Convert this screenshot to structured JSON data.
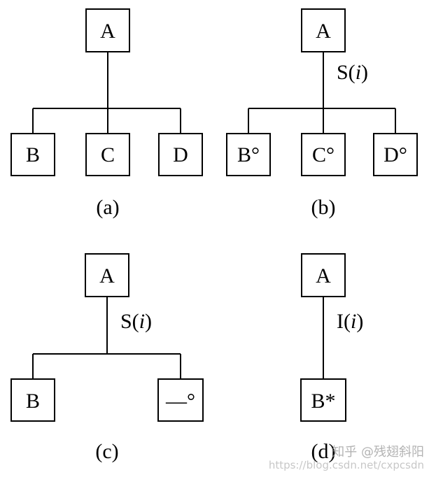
{
  "panels": {
    "a": {
      "root": "A",
      "children": [
        "B",
        "C",
        "D"
      ],
      "edge_label": "",
      "caption": "(a)"
    },
    "b": {
      "root": "A",
      "children": [
        "B°",
        "C°",
        "D°"
      ],
      "edge_label_prefix": "S(",
      "edge_label_var": "i",
      "edge_label_suffix": ")",
      "caption": "(b)"
    },
    "c": {
      "root": "A",
      "children": [
        "B",
        "—°"
      ],
      "edge_label_prefix": "S(",
      "edge_label_var": "i",
      "edge_label_suffix": ")",
      "caption": "(c)"
    },
    "d": {
      "root": "A",
      "children": [
        "B*"
      ],
      "edge_label_prefix": "I(",
      "edge_label_var": "i",
      "edge_label_suffix": ")",
      "caption": "(d)"
    }
  },
  "watermark": {
    "brand": "知乎 @残翅斜阳",
    "url": "https://blog.csdn.net/cxpcsdn"
  },
  "colors": {
    "stroke": "#000000",
    "background": "#ffffff",
    "watermark": "#9a9a9a"
  }
}
